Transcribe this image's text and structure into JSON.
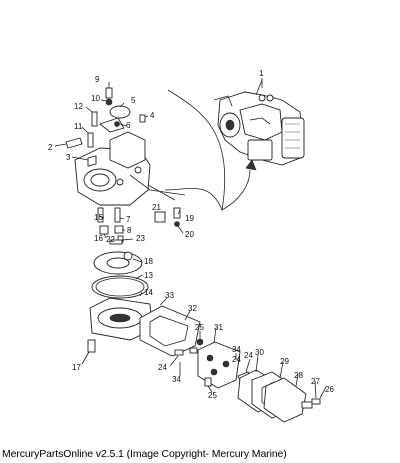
{
  "caption": "MercuryPartsOnline v2.5.1 (Image Copyright- Mercury Marine)",
  "callouts": [
    "1",
    "2",
    "3",
    "4",
    "5",
    "6",
    "7",
    "8",
    "9",
    "10",
    "11",
    "12",
    "13",
    "14",
    "15",
    "16",
    "17",
    "18",
    "19",
    "20",
    "21",
    "22",
    "23",
    "24",
    "24",
    "24",
    "25",
    "25",
    "26",
    "27",
    "28",
    "29",
    "30",
    "31",
    "32",
    "33",
    "34",
    "34"
  ]
}
